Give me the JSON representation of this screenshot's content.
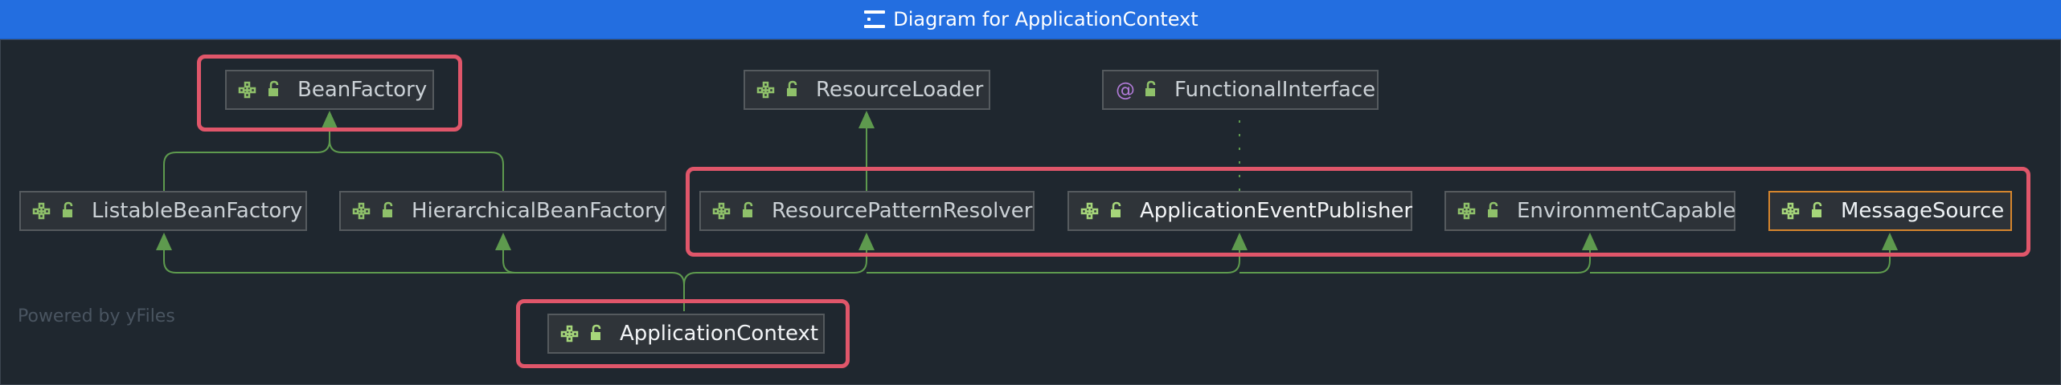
{
  "window": {
    "title": "Diagram for ApplicationContext"
  },
  "nodes": {
    "bean_factory": "BeanFactory",
    "resource_loader": "ResourceLoader",
    "functional_interface": "FunctionalInterface",
    "listable_bean_factory": "ListableBeanFactory",
    "hierarchical_bean_factory": "HierarchicalBeanFactory",
    "resource_pattern_resolver": "ResourcePatternResolver",
    "application_event_publisher": "ApplicationEventPublisher",
    "environment_capable": "EnvironmentCapable",
    "message_source": "MessageSource",
    "application_context": "ApplicationContext"
  },
  "footer": {
    "powered_by": "Powered by yFiles"
  },
  "colors": {
    "background": "#1f272f",
    "title_bar": "#236ee0",
    "edge": "#5e9a4e",
    "highlight": "#e0566a",
    "selected_border": "#d5852d",
    "interface_icon": "#8fc16a",
    "annotation_icon": "#b07ad6"
  },
  "icons": {
    "interface": "interface-icon",
    "annotation": "annotation-icon",
    "visibility": "unlocked-icon"
  }
}
